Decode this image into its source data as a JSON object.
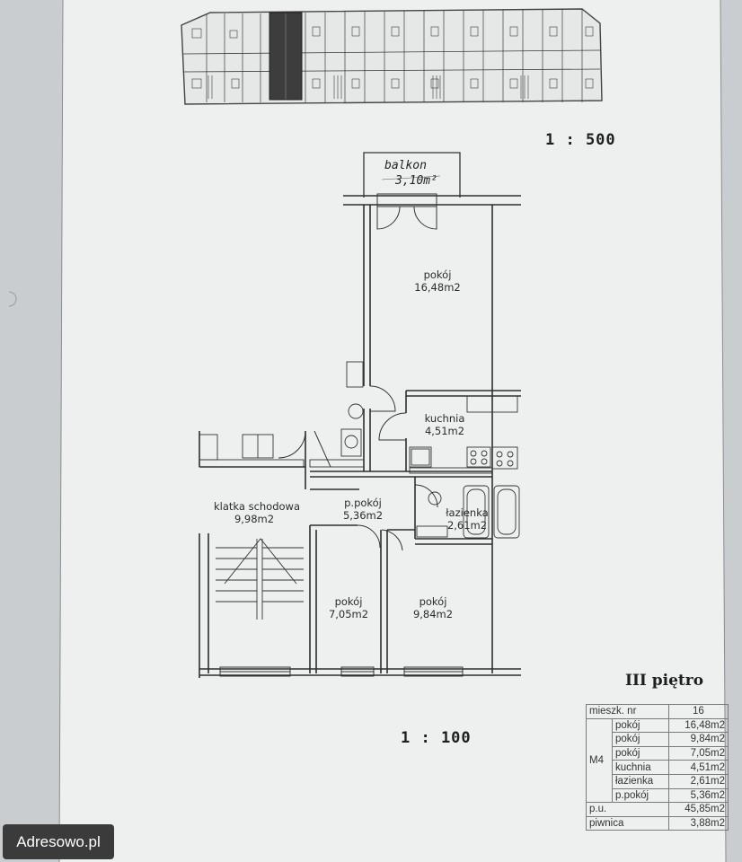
{
  "scales": {
    "overview": "1 : 500",
    "plan": "1 : 100"
  },
  "floor_label": "III piętro",
  "balcony": {
    "name": "balkon",
    "area": "3,10m²"
  },
  "rooms": [
    {
      "id": "pokoj-large",
      "name": "pokój",
      "area": "16,48m2"
    },
    {
      "id": "kuchnia",
      "name": "kuchnia",
      "area": "4,51m2"
    },
    {
      "id": "klatka",
      "name": "klatka schodowa",
      "area": "9,98m2"
    },
    {
      "id": "przedpokoj",
      "name": "p.pokój",
      "area": "5,36m2"
    },
    {
      "id": "lazienka",
      "name": "łazienka",
      "area": "2,61m2"
    },
    {
      "id": "pokoj-small",
      "name": "pokój",
      "area": "7,05m2"
    },
    {
      "id": "pokoj-medium",
      "name": "pokój",
      "area": "9,84m2"
    }
  ],
  "summary": {
    "header_label": "mieszk. nr",
    "number": "16",
    "type": "M4",
    "rows": [
      {
        "name": "pokój",
        "area": "16,48m2"
      },
      {
        "name": "pokój",
        "area": "9,84m2"
      },
      {
        "name": "pokój",
        "area": "7,05m2"
      },
      {
        "name": "kuchnia",
        "area": "4,51m2"
      },
      {
        "name": "łazienka",
        "area": "2,61m2"
      },
      {
        "name": "p.pokój",
        "area": "5,36m2"
      }
    ],
    "pu_label": "p.u.",
    "pu_area": "45,85m2",
    "piwnica_label": "piwnica",
    "piwnica_area": "3,88m2"
  },
  "watermark": "Adresowo.pl"
}
